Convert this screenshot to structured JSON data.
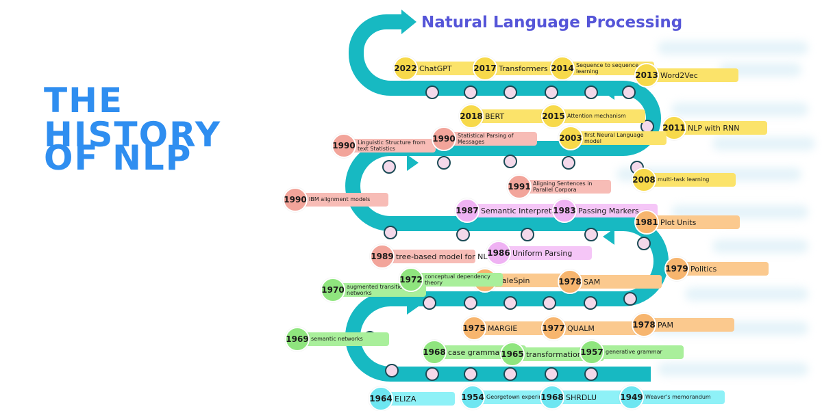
{
  "title": {
    "line1": "THE HISTORY",
    "line2": "OF NLP"
  },
  "header": "Natural Language Processing",
  "colors": {
    "road": "#17b9c2",
    "title": "#2f8ef0",
    "header": "#5555d8",
    "yellow": {
      "label": "#fbe36a",
      "circle": "#f7d94a"
    },
    "pink": {
      "label": "#f7bcb6",
      "circle": "#f2a49a"
    },
    "violet": {
      "label": "#f5c6f7",
      "circle": "#efb2f3"
    },
    "peach": {
      "label": "#fbc98e",
      "circle": "#f7b56e"
    },
    "green": {
      "label": "#a9ef9b",
      "circle": "#8fe57e"
    },
    "cyan": {
      "label": "#8ef1f7",
      "circle": "#6de6f1"
    }
  },
  "events": [
    {
      "year": "2022",
      "label": "ChatGPT",
      "color": "yellow"
    },
    {
      "year": "2017",
      "label": "Transformers",
      "color": "yellow"
    },
    {
      "year": "2014",
      "label": "Sequence to sequence learning",
      "color": "yellow"
    },
    {
      "year": "2013",
      "label": "Word2Vec",
      "color": "yellow"
    },
    {
      "year": "2018",
      "label": "BERT",
      "color": "yellow"
    },
    {
      "year": "2015",
      "label": "Attention mechanism",
      "color": "yellow"
    },
    {
      "year": "2011",
      "label": "NLP with RNN",
      "color": "yellow"
    },
    {
      "year": "2003",
      "label": "first Neural Language model",
      "color": "yellow"
    },
    {
      "year": "2008",
      "label": "multi-task learning",
      "color": "yellow"
    },
    {
      "year": "1990",
      "label": "Linguistic Structure from text Statistics",
      "color": "pink"
    },
    {
      "year": "1990",
      "label": "Statistical Parsing of Messages",
      "color": "pink"
    },
    {
      "year": "1991",
      "label": "Aligning Sentences in Parallel Corpora",
      "color": "pink"
    },
    {
      "year": "1990",
      "label": "IBM alignment models",
      "color": "pink"
    },
    {
      "year": "1989",
      "label": "tree-based model for NLP",
      "color": "pink"
    },
    {
      "year": "1987",
      "label": "Semantic Interpretation",
      "color": "violet"
    },
    {
      "year": "1983",
      "label": "Passing Markers",
      "color": "violet"
    },
    {
      "year": "1986",
      "label": "Uniform Parsing",
      "color": "violet"
    },
    {
      "year": "1981",
      "label": "Plot Units",
      "color": "peach"
    },
    {
      "year": "1979",
      "label": "Politics",
      "color": "peach"
    },
    {
      "year": "1976",
      "label": "TaleSpin",
      "color": "peach"
    },
    {
      "year": "1978",
      "label": "SAM",
      "color": "peach"
    },
    {
      "year": "1975",
      "label": "MARGIE",
      "color": "peach"
    },
    {
      "year": "1977",
      "label": "QUALM",
      "color": "peach"
    },
    {
      "year": "1978",
      "label": "PAM",
      "color": "peach"
    },
    {
      "year": "1970",
      "label": "augmented transition networks",
      "color": "green"
    },
    {
      "year": "1972",
      "label": "conceptual dependency theory",
      "color": "green"
    },
    {
      "year": "1969",
      "label": "semantic networks",
      "color": "green"
    },
    {
      "year": "1968",
      "label": "case grammar",
      "color": "green"
    },
    {
      "year": "1965",
      "label": "transformational generative grammars",
      "color": "green"
    },
    {
      "year": "1957",
      "label": "generative grammar",
      "color": "green"
    },
    {
      "year": "1964",
      "label": "ELIZA",
      "color": "cyan"
    },
    {
      "year": "1954",
      "label": "Georgetown experiment",
      "color": "cyan"
    },
    {
      "year": "1968",
      "label": "SHRDLU",
      "color": "cyan"
    },
    {
      "year": "1949",
      "label": "Weaver's memorandum",
      "color": "cyan"
    }
  ]
}
